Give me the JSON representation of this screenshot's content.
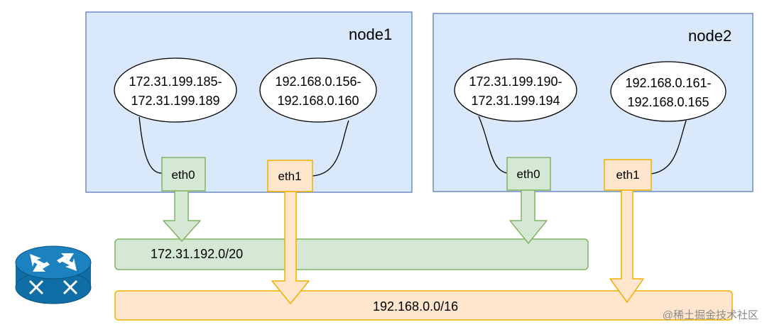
{
  "nodes": [
    {
      "title": "node1",
      "ranges": [
        {
          "line1": "172.31.199.185-",
          "line2": "172.31.199.189"
        },
        {
          "line1": "192.168.0.156-",
          "line2": "192.168.0.160"
        }
      ],
      "ports": [
        "eth0",
        "eth1"
      ]
    },
    {
      "title": "node2",
      "ranges": [
        {
          "line1": "172.31.199.190-",
          "line2": "172.31.199.194"
        },
        {
          "line1": "192.168.0.161-",
          "line2": "192.168.0.165"
        }
      ],
      "ports": [
        "eth0",
        "eth1"
      ]
    }
  ],
  "networks": {
    "green": "172.31.192.0/20",
    "orange": "192.168.0.0/16"
  },
  "icons": {
    "router": "router-icon"
  },
  "watermark": "@稀土掘金技术社区",
  "colors": {
    "node_fill": "#dae8fc",
    "node_stroke": "#6c8ebf",
    "green_fill": "#d5e8d4",
    "green_stroke": "#82b366",
    "orange_fill": "#ffe6cc",
    "orange_stroke": "#f0b000",
    "router": "#0f6ea5"
  }
}
